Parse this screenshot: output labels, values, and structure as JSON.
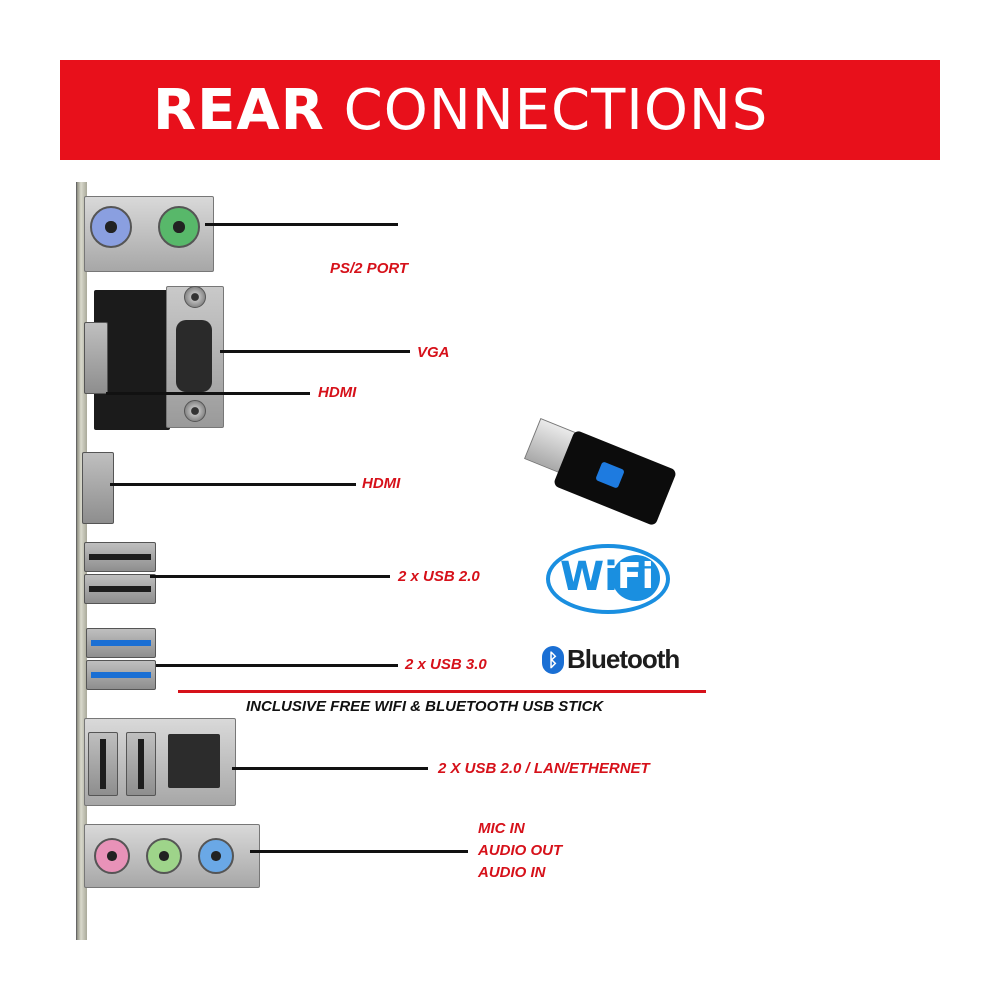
{
  "banner": {
    "title_bold": "REAR",
    "title_light": "CONNECTIONS"
  },
  "labels": {
    "ps2": "PS/2 PORT",
    "vga": "VGA",
    "hdmi_1": "HDMI",
    "hdmi_2": "HDMI",
    "usb20": "2 x USB 2.0",
    "usb30": "2 x USB 3.0",
    "inclusive": "INCLUSIVE FREE WIFI & BLUETOOTH USB STICK",
    "usb_lan": "2 X USB 2.0 / LAN/ETHERNET",
    "audio": [
      "MIC IN",
      "AUDIO OUT",
      "AUDIO IN"
    ]
  },
  "logos": {
    "wifi_wi": "Wi",
    "wifi_fi": "Fi",
    "bluetooth_text": "Bluetooth"
  },
  "colors": {
    "banner": "#e8101b",
    "label_red": "#d6111a",
    "wifi_blue": "#1a8fe0"
  },
  "icons": [
    "usb-stick-icon",
    "wifi-logo-icon",
    "bluetooth-icon"
  ]
}
